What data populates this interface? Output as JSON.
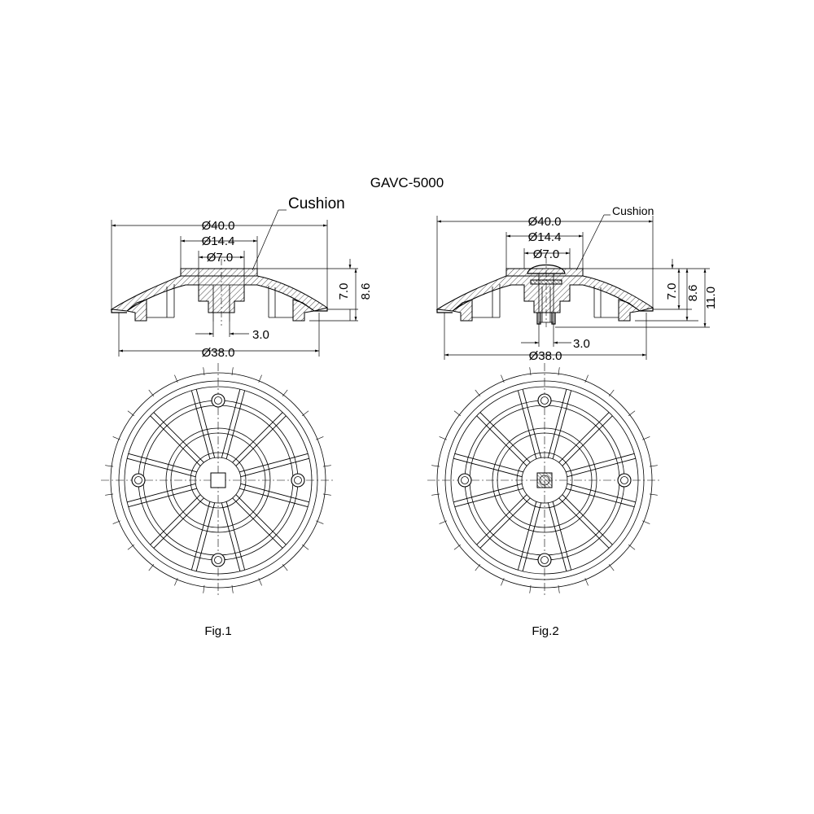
{
  "title": "GAVC-5000",
  "fig1": {
    "caption": "Fig.1",
    "cushion_label": "Cushion",
    "dims": {
      "d40": "Ø40.0",
      "d14": "Ø14.4",
      "d7": "Ø7.0",
      "d38": "Ø38.0",
      "w3": "3.0",
      "h7": "7.0",
      "h86": "8.6"
    }
  },
  "fig2": {
    "caption": "Fig.2",
    "cushion_label": "Cushion",
    "dims": {
      "d40": "Ø40.0",
      "d14": "Ø14.4",
      "d7": "Ø7.0",
      "d38": "Ø38.0",
      "w3": "3.0",
      "h7": "7.0",
      "h86": "8.6",
      "h11": "11.0"
    }
  }
}
